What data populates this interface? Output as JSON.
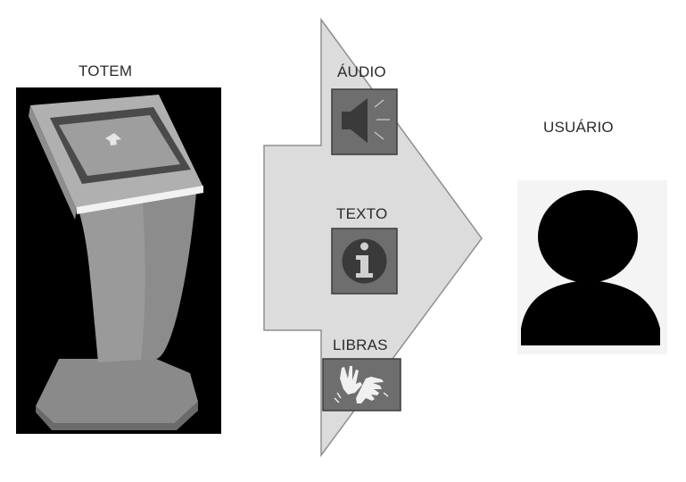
{
  "labels": {
    "totem": "TOTEM",
    "audio": "ÁUDIO",
    "texto": "TEXTO",
    "libras": "LIBRAS",
    "usuario": "USUÁRIO"
  },
  "icons": {
    "audio": "speaker-icon",
    "texto": "info-icon",
    "libras": "sign-language-hands-icon",
    "user": "user-avatar-icon",
    "totem": "kiosk-totem-image"
  },
  "colors": {
    "arrow_fill": "#dcdcdc",
    "arrow_stroke": "#8f8f8f",
    "icon_box": "#6e6e6e",
    "icon_box_border": "#3c3c3c",
    "totem_bg": "#000000",
    "user_fill": "#000000"
  }
}
